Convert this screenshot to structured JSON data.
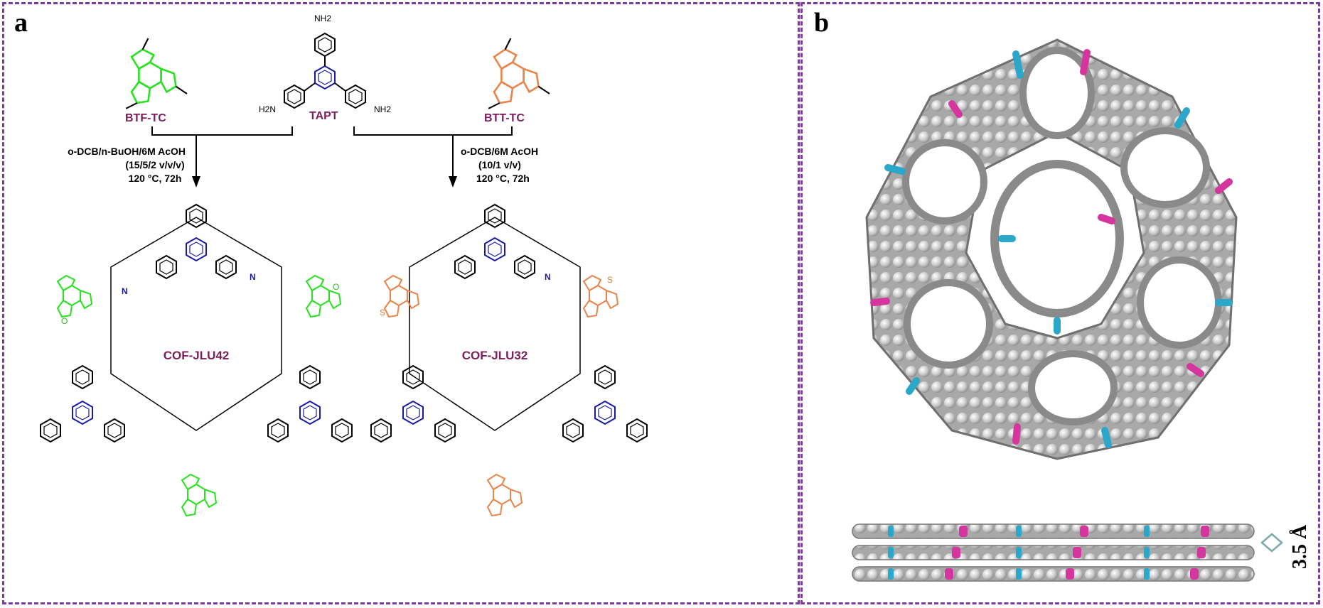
{
  "panels": {
    "a": {
      "label": "a",
      "molecules": {
        "btf": "BTF-TC",
        "tapt": "TAPT",
        "btt": "BTT-TC"
      },
      "conditions_left": [
        "o-DCB/n-BuOH/6M AcOH",
        "(15/5/2 v/v/v)",
        "120 °C, 72h"
      ],
      "conditions_right": [
        "o-DCB/6M AcOH",
        "(10/1 v/v)",
        "120 °C, 72h"
      ],
      "products": {
        "left": "COF-JLU42",
        "right": "COF-JLU32"
      },
      "atom_labels": {
        "nh2_top": "NH2",
        "nh2_left": "H2N",
        "nh2_right": "NH2",
        "n": "N",
        "o": "O",
        "s": "S"
      }
    },
    "b": {
      "label": "b",
      "spacing": "3.5 Å"
    }
  },
  "colors": {
    "border": "#7a3ea0",
    "label_purple": "#7b1f5a",
    "furan_green": "#27e21f",
    "thiophene_orange": "#e9844a",
    "triazine_blue": "#1a1aa8",
    "atom_cyan": "#2aa7c9",
    "atom_magenta": "#d4369e",
    "atom_grey": "#c9c9c9"
  }
}
